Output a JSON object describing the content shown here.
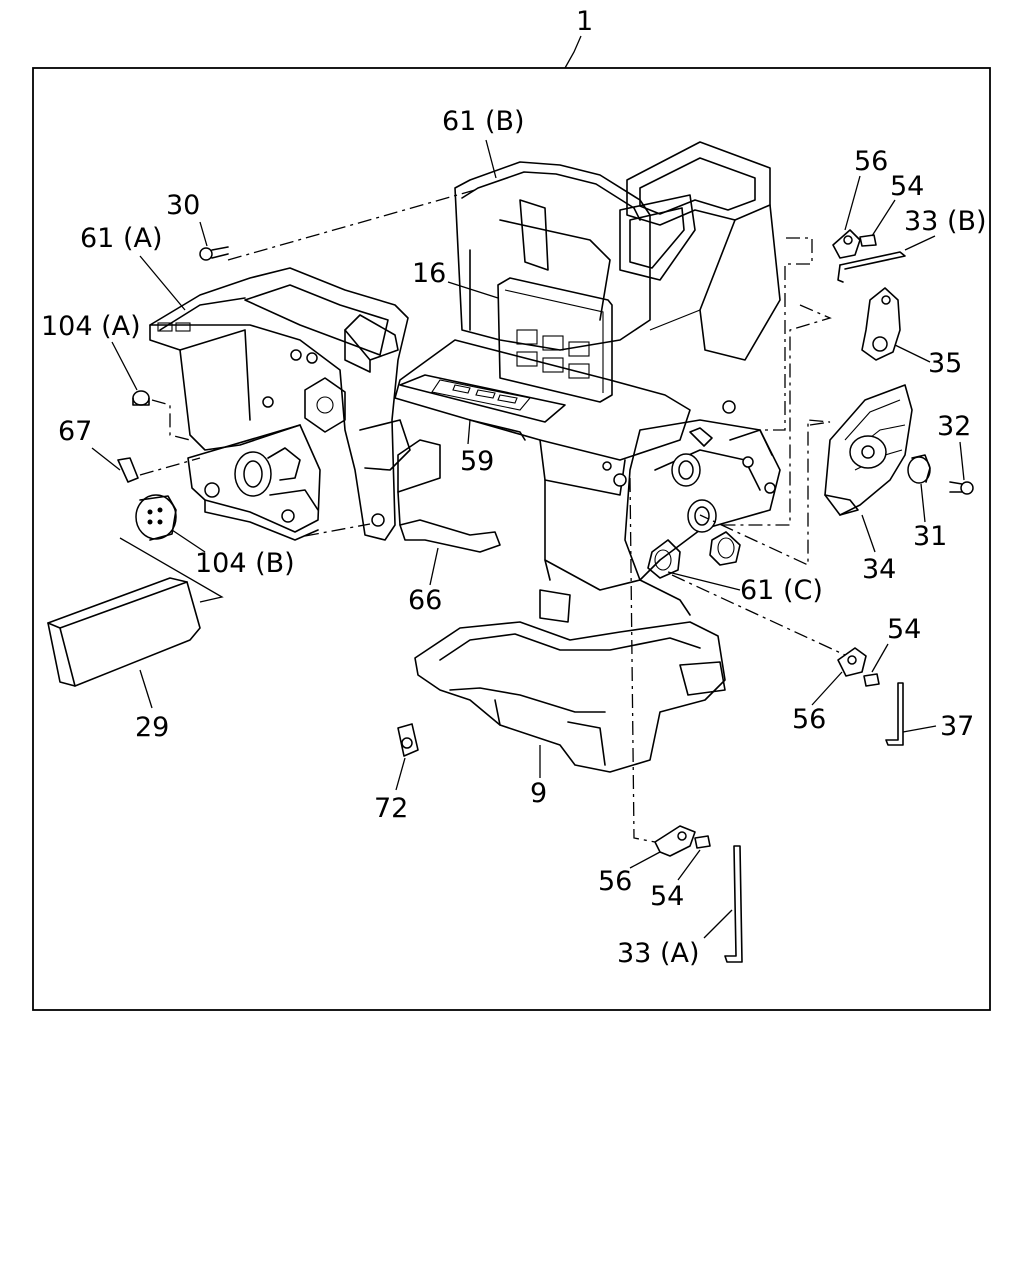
{
  "labels": {
    "assembly": "1",
    "case_b": "61 (B)",
    "case_a": "61 (A)",
    "case_c": "61 (C)",
    "screw_30": "30",
    "resistor_a": "104 (A)",
    "resistor_b": "104 (B)",
    "clip_67": "67",
    "filter_16": "16",
    "seal_59": "59",
    "pipe_66": "66",
    "duct_29": "29",
    "case_9": "9",
    "clip_72": "72",
    "lever_56_top": "56",
    "pin_54_top": "54",
    "rod_33b": "33 (B)",
    "link_35": "35",
    "screw_32": "32",
    "cap_31": "31",
    "gear_34": "34",
    "pin_54_mid": "54",
    "lever_56_mid": "56",
    "rod_37": "37",
    "lever_56_bot": "56",
    "pin_54_bot": "54",
    "rod_33a": "33 (A)"
  }
}
